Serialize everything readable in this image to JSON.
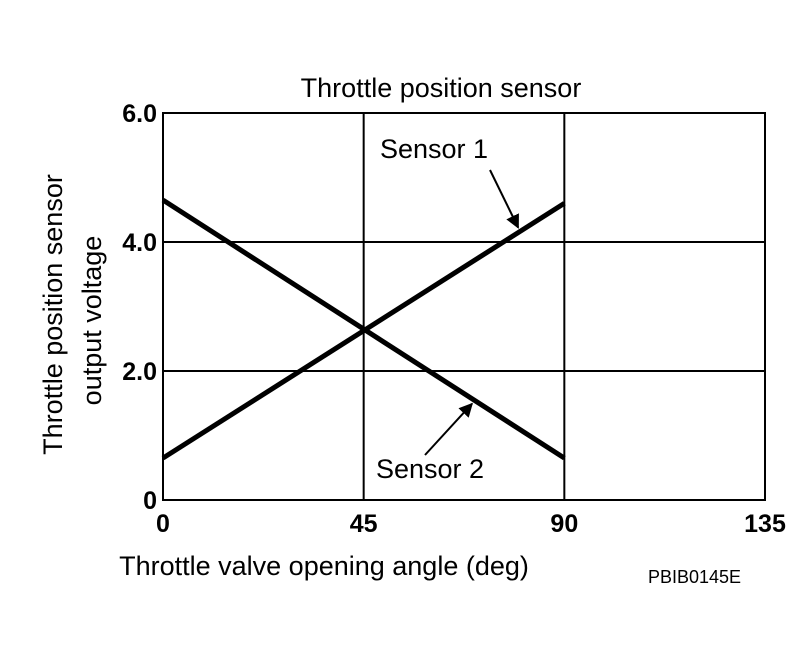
{
  "chart_data": {
    "type": "line",
    "title": "Throttle position sensor",
    "xlabel": "Throttle valve opening angle (deg)",
    "ylabel_lines": [
      "Throttle position sensor",
      "output voltage"
    ],
    "xlim": [
      0,
      135
    ],
    "ylim": [
      0,
      6.0
    ],
    "x_ticks": [
      {
        "value": 0,
        "label": "0"
      },
      {
        "value": 45,
        "label": "45"
      },
      {
        "value": 90,
        "label": "90"
      },
      {
        "value": 135,
        "label": "135"
      }
    ],
    "y_ticks": [
      {
        "value": 0,
        "label": "0"
      },
      {
        "value": 2.0,
        "label": "2.0"
      },
      {
        "value": 4.0,
        "label": "4.0"
      },
      {
        "value": 6.0,
        "label": "6.0"
      }
    ],
    "grid": true,
    "series": [
      {
        "name": "Sensor 1",
        "points": [
          {
            "x": 0,
            "y": 0.65
          },
          {
            "x": 90,
            "y": 4.6
          }
        ]
      },
      {
        "name": "Sensor 2",
        "points": [
          {
            "x": 0,
            "y": 4.65
          },
          {
            "x": 90,
            "y": 0.65
          }
        ]
      }
    ]
  },
  "figure_code": "PBIB0145E"
}
